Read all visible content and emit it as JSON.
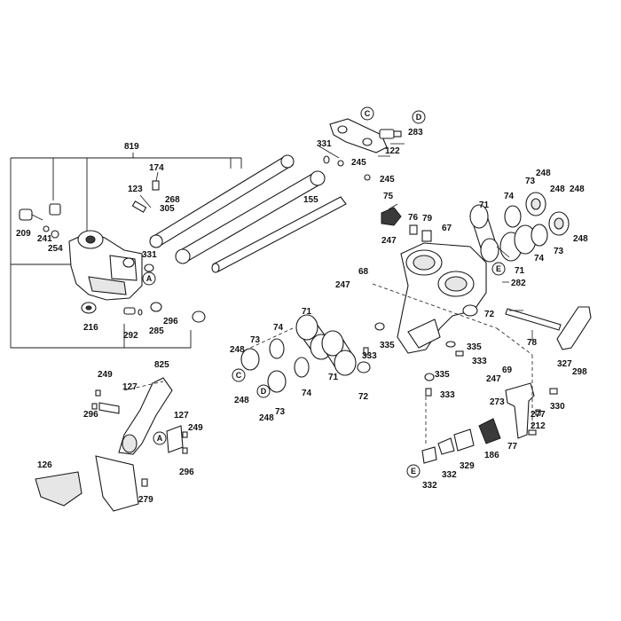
{
  "diagram": {
    "part_numbers": [
      "819",
      "174",
      "123",
      "268",
      "305",
      "209",
      "241",
      "254",
      "331",
      "216",
      "292",
      "285",
      "296",
      "155",
      "331",
      "245",
      "245",
      "122",
      "283",
      "75",
      "76",
      "79",
      "67",
      "247",
      "71",
      "74",
      "73",
      "248",
      "248",
      "248",
      "248",
      "73",
      "71",
      "74",
      "68",
      "247",
      "282",
      "72",
      "78",
      "327",
      "298",
      "71",
      "74",
      "73",
      "248",
      "248",
      "335",
      "333",
      "72",
      "71",
      "74",
      "73",
      "248",
      "335",
      "333",
      "69",
      "247",
      "335",
      "333",
      "273",
      "277",
      "330",
      "212",
      "186",
      "77",
      "329",
      "332",
      "332",
      "249",
      "127",
      "296",
      "825",
      "127",
      "249",
      "296",
      "126",
      "279"
    ],
    "callouts": [
      "C",
      "D",
      "A",
      "E",
      "C",
      "D",
      "A",
      "E"
    ]
  }
}
